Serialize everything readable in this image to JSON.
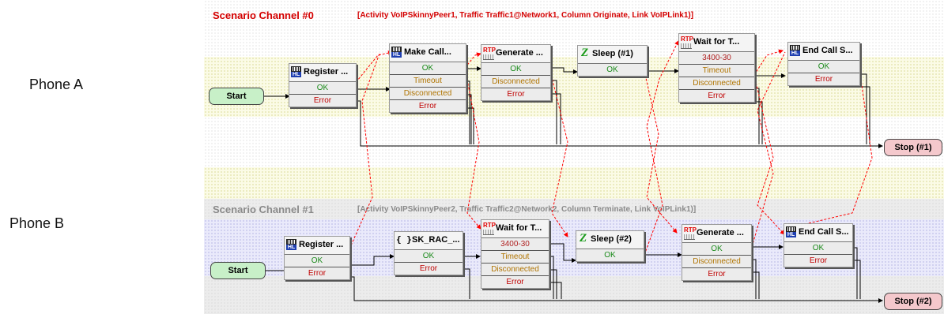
{
  "side_labels": {
    "phone_a": "Phone A",
    "phone_b": "Phone B"
  },
  "channels": [
    {
      "title": "Scenario Channel #0",
      "subtitle": "[Activity VoIPSkinnyPeer1, Traffic Traffic1@Network1, Column Originate, Link VoIPLink1)]",
      "start_label": "Start",
      "stop_label": "Stop (#1)",
      "nodes": [
        {
          "title": "Register ...",
          "icon": "hl-icon",
          "ports": [
            "OK",
            "Error"
          ]
        },
        {
          "title": "Make Call...",
          "icon": "hl-icon",
          "ports": [
            "OK",
            "Timeout",
            "Disconnected",
            "Error"
          ]
        },
        {
          "title": "Generate ...",
          "icon": "rtp-icon",
          "ports": [
            "OK",
            "Disconnected",
            "Error"
          ]
        },
        {
          "title": "Sleep (#1)",
          "icon": "sleep-icon",
          "ports": [
            "OK"
          ]
        },
        {
          "title": "Wait for T...",
          "icon": "rtp-icon",
          "ports": [
            "3400-30",
            "Timeout",
            "Disconnected",
            "Error"
          ]
        },
        {
          "title": "End Call S...",
          "icon": "hl-icon",
          "ports": [
            "OK",
            "Error"
          ]
        }
      ]
    },
    {
      "title": "Scenario Channel #1",
      "subtitle": "[Activity VoIPSkinnyPeer2, Traffic Traffic2@Network2, Column Terminate, Link VoIPLink1)]",
      "start_label": "Start",
      "stop_label": "Stop (#2)",
      "nodes": [
        {
          "title": "Register ...",
          "icon": "hl-icon",
          "ports": [
            "OK",
            "Error"
          ]
        },
        {
          "title": "SK_RAC_...",
          "icon": "script-icon",
          "ports": [
            "OK",
            "Error"
          ]
        },
        {
          "title": "Wait for T...",
          "icon": "rtp-icon",
          "ports": [
            "3400-30",
            "Timeout",
            "Disconnected",
            "Error"
          ]
        },
        {
          "title": "Sleep (#2)",
          "icon": "sleep-icon",
          "ports": [
            "OK"
          ]
        },
        {
          "title": "Generate ...",
          "icon": "rtp-icon",
          "ports": [
            "OK",
            "Disconnected",
            "Error"
          ]
        },
        {
          "title": "End Call S...",
          "icon": "hl-icon",
          "ports": [
            "OK",
            "Error"
          ]
        }
      ]
    }
  ],
  "icon_text": {
    "hl": "HL",
    "rtp": "RTP",
    "sleep": "Z",
    "script": "{ }"
  },
  "colors": {
    "active_title": "#d40000",
    "inactive_title": "#8a8a8a",
    "wire": "#000000",
    "sync_wire": "#ff0000",
    "start_fill": "#c8f0c8",
    "stop_fill": "#f4c8cc"
  }
}
